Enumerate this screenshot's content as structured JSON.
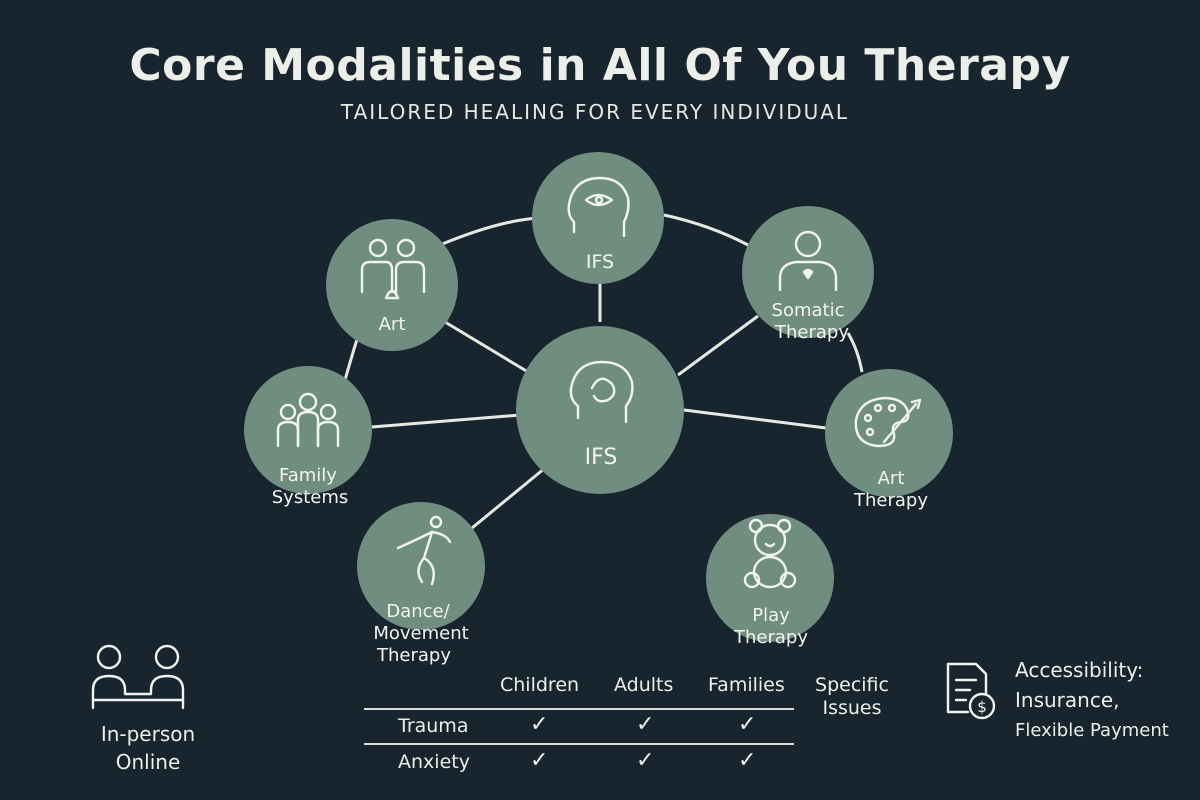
{
  "header": {
    "title": "Core Modalities in All Of You Therapy",
    "subtitle": "TAILORED HEALING FOR EVERY INDIVIDUAL"
  },
  "diagram": {
    "center": {
      "label": "IFS",
      "icon": "head-icon"
    },
    "nodes": [
      {
        "id": "top",
        "label_lines": [
          "IFS"
        ],
        "icon": "head-eye-icon"
      },
      {
        "id": "art",
        "label_lines": [
          "Art"
        ],
        "icon": "two-people-icon"
      },
      {
        "id": "somatic",
        "label_lines": [
          "Somatic",
          "Therapy"
        ],
        "icon": "person-heart-icon"
      },
      {
        "id": "family",
        "label_lines": [
          "Family",
          "Systems"
        ],
        "icon": "family-icon"
      },
      {
        "id": "art-therapy",
        "label_lines": [
          "Art",
          "Therapy"
        ],
        "icon": "palette-icon"
      },
      {
        "id": "dance",
        "label_lines": [
          "Dance/",
          "Movement",
          "Therapy"
        ],
        "icon": "dancer-icon"
      },
      {
        "id": "play",
        "label_lines": [
          "Play",
          "Therapy"
        ],
        "icon": "teddy-bear-icon"
      }
    ],
    "colors": {
      "node_fill": "#6f8e80",
      "line": "#e6e8e2",
      "background": "#18252e"
    }
  },
  "session_format": {
    "icon": "two-people-table-icon",
    "labels": [
      "In-person",
      "Online"
    ]
  },
  "table": {
    "columns": [
      "Children",
      "Adults",
      "Families"
    ],
    "rows": [
      {
        "label": "Trauma",
        "checks": [
          "✓",
          "✓",
          "✓"
        ]
      },
      {
        "label": "Anxiety",
        "checks": [
          "✓",
          "✓",
          "✓"
        ]
      }
    ],
    "extra_column": [
      "Specific",
      "Issues"
    ]
  },
  "accessibility": {
    "icon": "document-dollar-icon",
    "line1": "Accessibility:",
    "line2": "Insurance,",
    "line3": "Flexible Payment"
  }
}
